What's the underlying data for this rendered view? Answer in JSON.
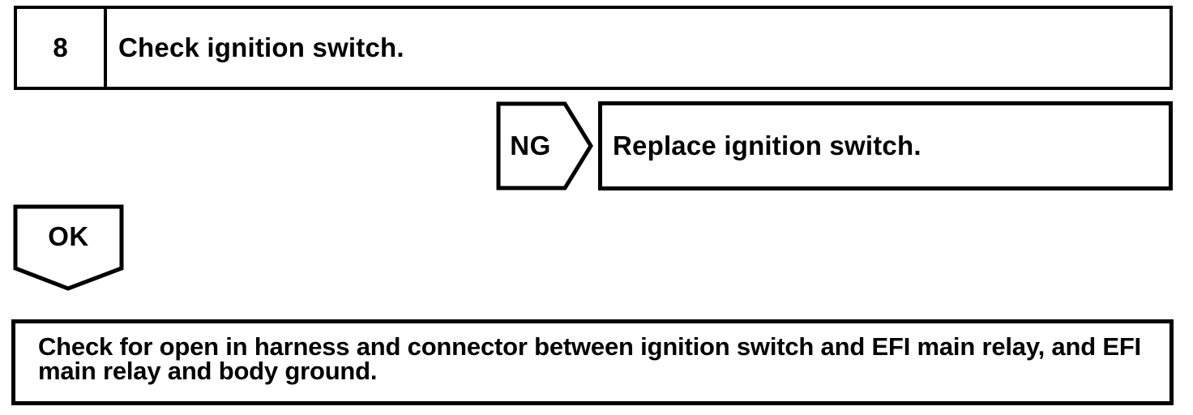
{
  "flowchart": {
    "step": {
      "number": "8",
      "instruction": "Check ignition switch."
    },
    "ng_branch": {
      "label": "NG",
      "action": "Replace ignition switch."
    },
    "ok_branch": {
      "label": "OK"
    },
    "next_step": {
      "lines": [
        "Check for open in harness and connector between ignition switch and EFI main relay, and EFI",
        "main relay and body ground."
      ]
    },
    "colors": {
      "line": "#000000",
      "background": "#ffffff"
    }
  }
}
